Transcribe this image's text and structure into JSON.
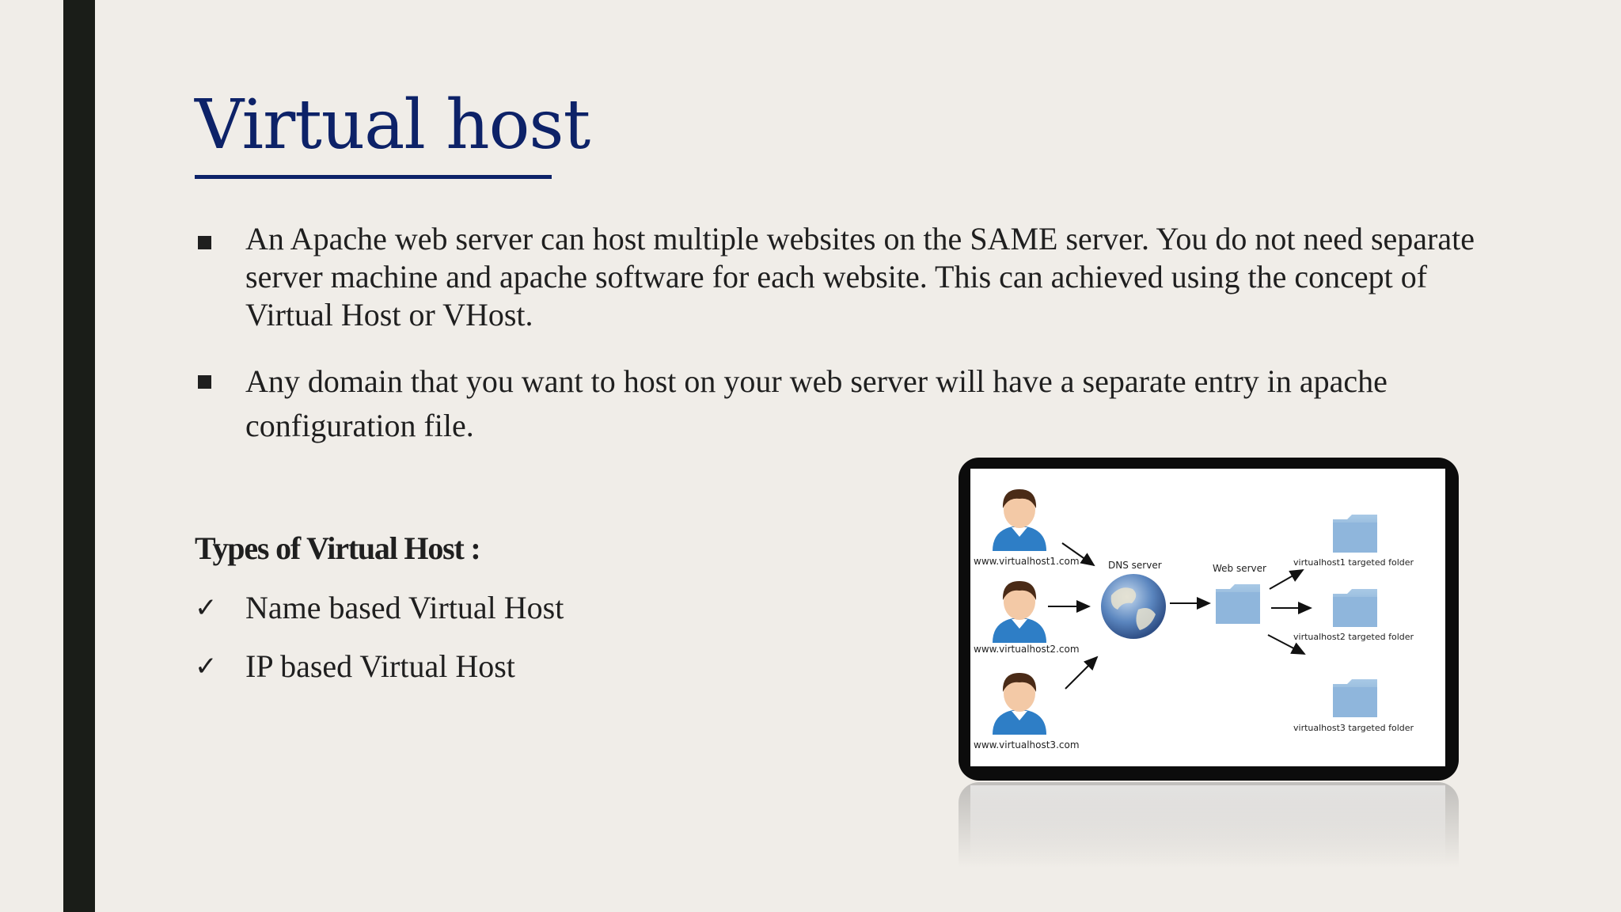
{
  "slide": {
    "title": "Virtual host",
    "bullets": [
      "An Apache web server can host multiple websites on the SAME server. You do not need separate server machine and apache software for each website. This can achieved using the concept of Virtual Host or VHost.",
      "Any domain that you want to host on your web server will have a separate entry in apache configuration file."
    ],
    "types_heading": "Types of Virtual Host :",
    "types": [
      "Name based Virtual Host",
      "IP based  Virtual Host"
    ]
  },
  "diagram": {
    "clients": [
      "www.virtualhost1.com",
      "www.virtualhost2.com",
      "www.virtualhost3.com"
    ],
    "dns_label": "DNS server",
    "web_label": "Web server",
    "folders": [
      "virtualhost1 targeted folder",
      "virtualhost2 targeted folder",
      "virtualhost3 targeted folder"
    ]
  },
  "colors": {
    "title": "#0d2268",
    "sidebar": "#1a1d18",
    "background": "#f0ede8"
  },
  "icons": [
    "square-bullet-icon",
    "checkmark-icon",
    "user-icon",
    "globe-icon",
    "folder-icon",
    "arrow-icon"
  ]
}
